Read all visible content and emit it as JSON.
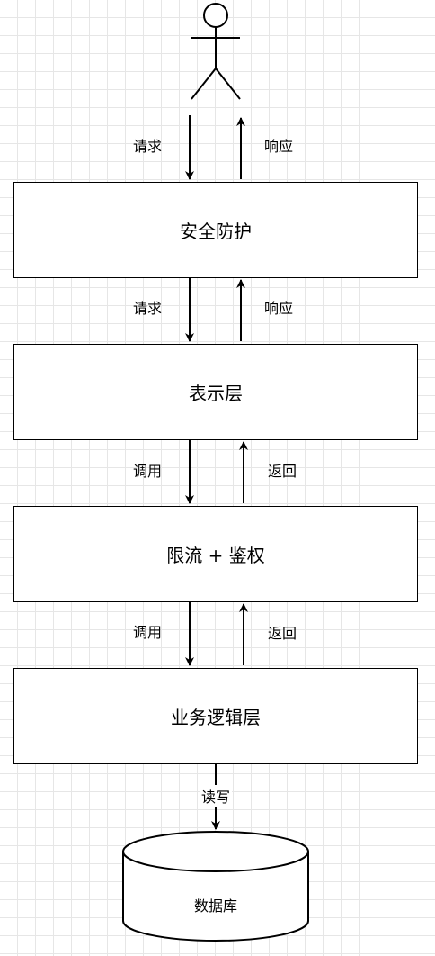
{
  "diagram": {
    "layers": [
      {
        "label": "安全防护"
      },
      {
        "label": "表示层"
      },
      {
        "label": "限流 + 鉴权"
      },
      {
        "label": "业务逻辑层"
      }
    ],
    "edges": [
      {
        "down": "请求",
        "up": "响应"
      },
      {
        "down": "请求",
        "up": "响应"
      },
      {
        "down": "调用",
        "up": "返回"
      },
      {
        "down": "调用",
        "up": "返回"
      }
    ],
    "storage_edge": "读写",
    "database": "数据库"
  }
}
